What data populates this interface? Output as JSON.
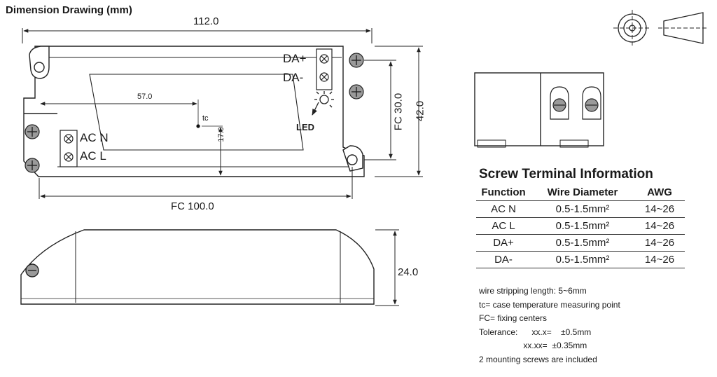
{
  "title": "Dimension Drawing (mm)",
  "dims": {
    "length": "112.0",
    "height": "42.0",
    "fc_vertical": "FC 30.0",
    "fc_horizontal": "FC 100.0",
    "tc_x": "57.0",
    "tc_y": "17.0",
    "thickness": "24.0"
  },
  "labels": {
    "tc": "tc",
    "led": "LED",
    "da_plus": "DA+",
    "da_minus": "DA-",
    "ac_n": "AC N",
    "ac_l": "AC L"
  },
  "screw_table": {
    "title": "Screw Terminal Information",
    "headers": [
      "Function",
      "Wire Diameter",
      "AWG"
    ],
    "rows": [
      [
        "AC N",
        "0.5-1.5mm²",
        "14~26"
      ],
      [
        "AC L",
        "0.5-1.5mm²",
        "14~26"
      ],
      [
        "DA+",
        "0.5-1.5mm²",
        "14~26"
      ],
      [
        "DA-",
        "0.5-1.5mm²",
        "14~26"
      ]
    ]
  },
  "notes": [
    "wire stripping length: 5~6mm",
    "tc= case temperature measuring point",
    "FC= fixing centers",
    "Tolerance:      xx.x=    ±0.5mm",
    "                   xx.xx=  ±0.35mm",
    "2 mounting screws are included"
  ]
}
